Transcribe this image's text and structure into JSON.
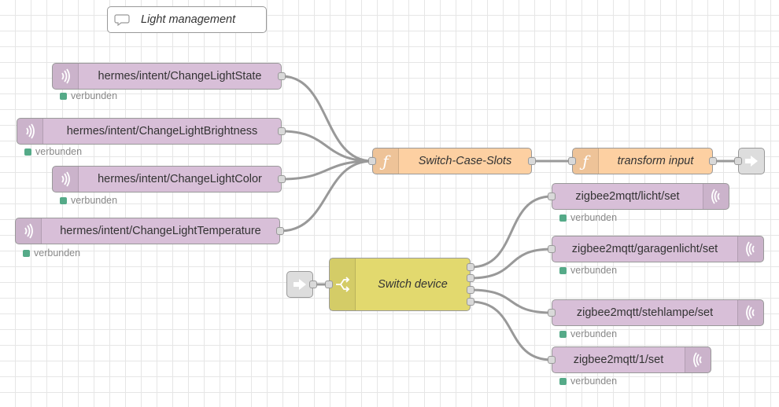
{
  "comment": {
    "label": "Light management",
    "icon": "comment-icon"
  },
  "mqtt_in_nodes": [
    {
      "label": "hermes/intent/ChangeLightState",
      "status": "verbunden"
    },
    {
      "label": "hermes/intent/ChangeLightBrightness",
      "status": "verbunden"
    },
    {
      "label": "hermes/intent/ChangeLightColor",
      "status": "verbunden"
    },
    {
      "label": "hermes/intent/ChangeLightTemperature",
      "status": "verbunden"
    }
  ],
  "function_nodes": [
    {
      "label": "Switch-Case-Slots",
      "icon": "function-icon"
    },
    {
      "label": "transform input",
      "icon": "function-icon"
    }
  ],
  "switch_node": {
    "label": "Switch device",
    "icon": "switch-icon"
  },
  "mqtt_out_nodes": [
    {
      "label": "zigbee2mqtt/licht/set",
      "status": "verbunden"
    },
    {
      "label": "zigbee2mqtt/garagenlicht/set",
      "status": "verbunden"
    },
    {
      "label": "zigbee2mqtt/stehlampe/set",
      "status": "verbunden"
    },
    {
      "label": "zigbee2mqtt/1/set",
      "status": "verbunden"
    }
  ],
  "colors": {
    "mqtt": "#d8bfd8",
    "function": "#fdd0a2",
    "switch": "#e2d96e",
    "link": "#dddddd",
    "status_connected": "#55aa88"
  }
}
